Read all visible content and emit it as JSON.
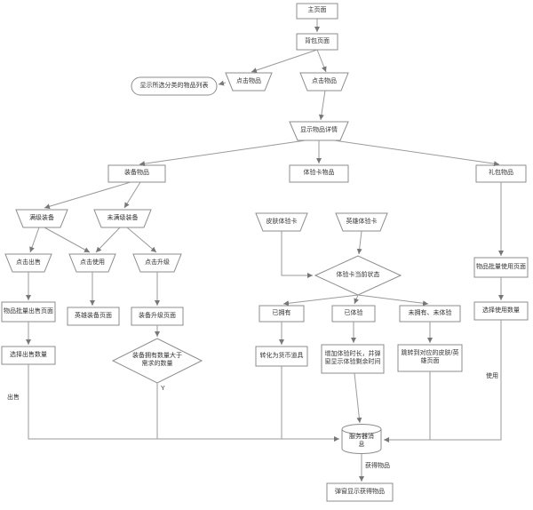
{
  "diagram": {
    "nodes": {
      "main_page": {
        "label": "主页面",
        "shape": "rect"
      },
      "backpack_page": {
        "label": "背包页面",
        "shape": "rect"
      },
      "click_item_left": {
        "label": "点击物品",
        "shape": "trapezoid"
      },
      "click_item_right": {
        "label": "点击物品",
        "shape": "trapezoid"
      },
      "show_category_list": {
        "label": "显示所选分类的物品列表",
        "shape": "rounded"
      },
      "show_item_detail": {
        "label": "显示物品详情",
        "shape": "trapezoid"
      },
      "equip_items": {
        "label": "装备物品",
        "shape": "rect"
      },
      "exp_card_items": {
        "label": "体验卡物品",
        "shape": "rect"
      },
      "gift_items": {
        "label": "礼包物品",
        "shape": "rect"
      },
      "max_equip": {
        "label": "满级装备",
        "shape": "trapezoid"
      },
      "not_max_equip": {
        "label": "未满级装备",
        "shape": "trapezoid"
      },
      "click_sell": {
        "label": "点击出售",
        "shape": "trapezoid"
      },
      "click_use": {
        "label": "点击使用",
        "shape": "trapezoid"
      },
      "click_upgrade": {
        "label": "点击升级",
        "shape": "trapezoid"
      },
      "batch_sell_page": {
        "label": "物品批量出售页面",
        "shape": "rect"
      },
      "select_sell_qty": {
        "label": "选择出售数量",
        "shape": "rect"
      },
      "hero_equip_page": {
        "label": "英雄装备页面",
        "shape": "rect"
      },
      "upgrade_page": {
        "label": "装备升级页面",
        "shape": "rect"
      },
      "qty_check": {
        "label": "装备拥有数量大于需求的数量",
        "shape": "diamond"
      },
      "skin_card": {
        "label": "皮肤体验卡",
        "shape": "trapezoid"
      },
      "hero_card": {
        "label": "英雄体验卡",
        "shape": "trapezoid"
      },
      "card_status": {
        "label": "体验卡当前状态",
        "shape": "diamond"
      },
      "owned": {
        "label": "已拥有",
        "shape": "rect"
      },
      "experienced": {
        "label": "已体验",
        "shape": "rect"
      },
      "not_owned": {
        "label": "未拥有、未体验",
        "shape": "rect"
      },
      "convert_currency": {
        "label": "转化为货币道具",
        "shape": "rect"
      },
      "add_duration": {
        "label": "增加体验时长，并弹窗显示体验剩余时间",
        "shape": "rect"
      },
      "jump_page": {
        "label": "跳转到对应的皮肤/英雄页面",
        "shape": "rect"
      },
      "batch_use_page": {
        "label": "物品批量使用页面",
        "shape": "rect"
      },
      "select_use_qty": {
        "label": "选择使用数量",
        "shape": "rect"
      },
      "server_msg": {
        "label": "服务器消息",
        "shape": "cylinder"
      },
      "popup_items": {
        "label": "弹窗显示获得物品",
        "shape": "rect"
      }
    },
    "edge_labels": {
      "sell": "出售",
      "use": "使用",
      "yes": "Y",
      "get_items": "获得物品"
    },
    "colors": {
      "stroke": "#8c8c8c",
      "text": "#333333",
      "background": "#ffffff"
    }
  }
}
